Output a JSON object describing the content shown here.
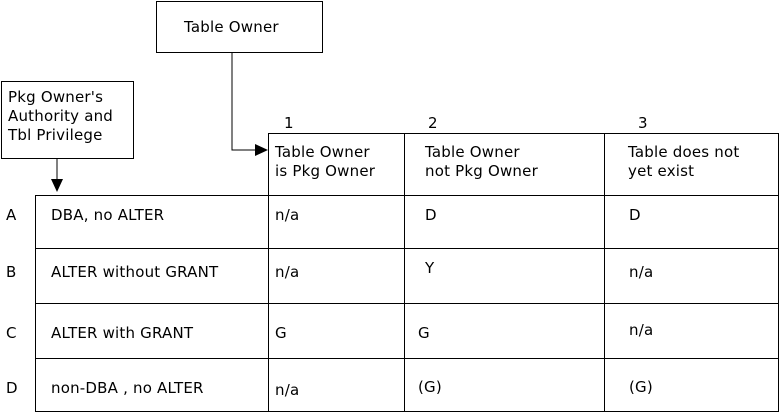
{
  "table_owner_box": "Table Owner",
  "pkg_owner_box": [
    "Pkg Owner's",
    "Authority and",
    "Tbl Privilege"
  ],
  "column_numbers": [
    "1",
    "2",
    "3"
  ],
  "column_headers": [
    [
      "Table Owner",
      "is Pkg Owner"
    ],
    [
      "Table Owner",
      "not Pkg Owner"
    ],
    [
      "Table does not",
      "yet exist"
    ]
  ],
  "rows": [
    {
      "letter": "A",
      "label": "DBA, no ALTER",
      "cells": [
        "n/a",
        "D",
        "D"
      ]
    },
    {
      "letter": "B",
      "label": "ALTER without GRANT",
      "cells": [
        "n/a",
        "Y",
        "n/a"
      ]
    },
    {
      "letter": "C",
      "label": "ALTER with GRANT",
      "cells": [
        "G",
        "G",
        "n/a"
      ]
    },
    {
      "letter": "D",
      "label": "non-DBA , no ALTER",
      "cells": [
        "n/a",
        "(G)",
        "(G)"
      ]
    }
  ]
}
